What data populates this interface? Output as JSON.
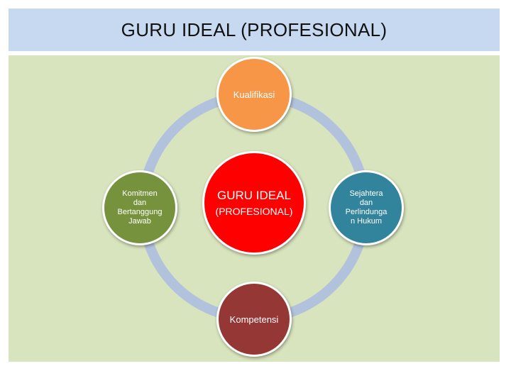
{
  "title": "GURU IDEAL (PROFESIONAL)",
  "center": {
    "line1": "GURU IDEAL",
    "line2": "(PROFESIONAL)"
  },
  "nodes": {
    "top": {
      "label": "Kualifikasi"
    },
    "bottom": {
      "label": "Kompetensi"
    },
    "left": {
      "lines": [
        "Komitmen",
        "dan",
        "Bertanggung",
        "Jawab"
      ]
    },
    "right": {
      "lines": [
        "Sejahtera",
        "dan",
        "Perlindunga",
        "n Hukum"
      ]
    }
  },
  "colors": {
    "title_bar": "#c6d9f0",
    "panel": "#d8e4bd",
    "ring": "#b3c2dc",
    "top": "#f79646",
    "bottom": "#953735",
    "left": "#76923c",
    "right": "#31849b",
    "center": "#ff0000"
  }
}
